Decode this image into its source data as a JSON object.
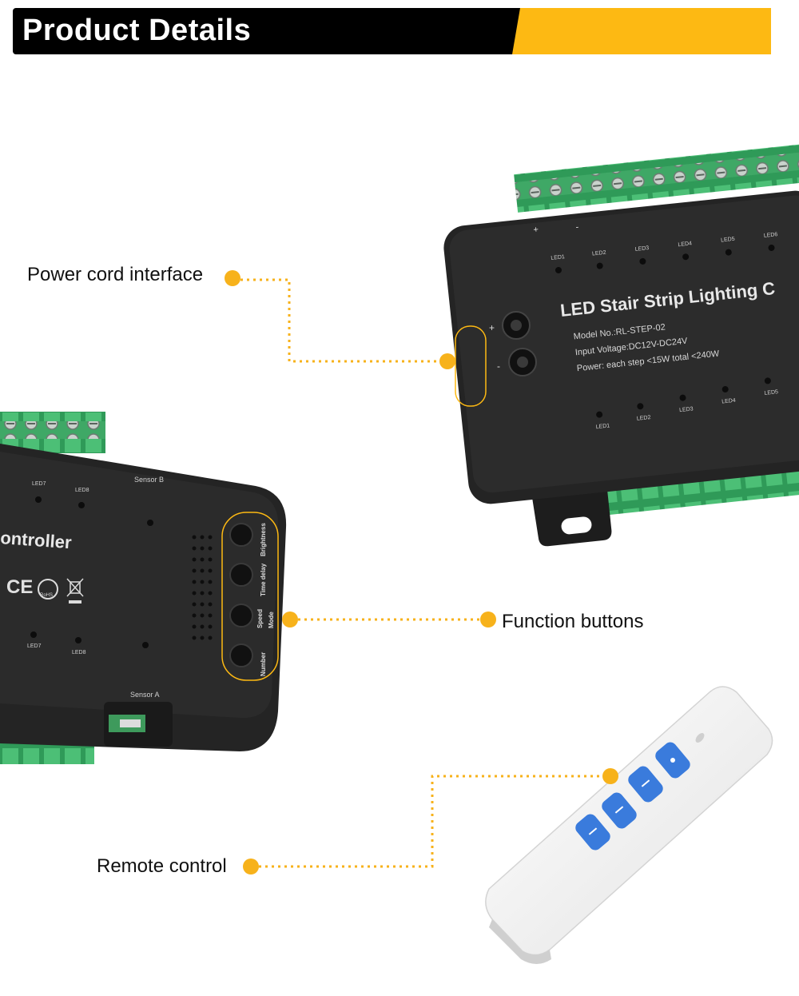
{
  "header": {
    "title": "Product Details",
    "accent_color": "#FDB913",
    "bar_color": "#000000"
  },
  "callouts": [
    {
      "id": "power",
      "label": "Power cord interface"
    },
    {
      "id": "buttons",
      "label": "Function buttons"
    },
    {
      "id": "remote",
      "label": "Remote control"
    }
  ],
  "controller_right": {
    "title": "LED Stair Strip Lighting C",
    "model": "Model No.:RL-STEP-02",
    "voltage": "Input Voltage:DC12V-DC24V",
    "power": "Power:  each step <15W  total <240W",
    "led_labels_top": [
      "LED1",
      "LED2",
      "LED3",
      "LED4",
      "LED5",
      "LED6"
    ],
    "led_labels_bottom": [
      "LED1",
      "LED2",
      "LED3",
      "LED4",
      "LED5"
    ],
    "plus": "+",
    "minus": "-"
  },
  "controller_left": {
    "title": "ontroller",
    "sensor_b": "Sensor B",
    "sensor_a": "Sensor A",
    "led_top": [
      "LED7",
      "LED8"
    ],
    "led_bottom": [
      "LED7",
      "LED8"
    ],
    "cert_ce": "CE",
    "cert_rohs": "RoHS",
    "buttons": [
      "Brightness",
      "Time delay",
      "Speed",
      "Mode",
      "Number"
    ]
  },
  "remote": {
    "button_color": "#3a7bdc"
  }
}
